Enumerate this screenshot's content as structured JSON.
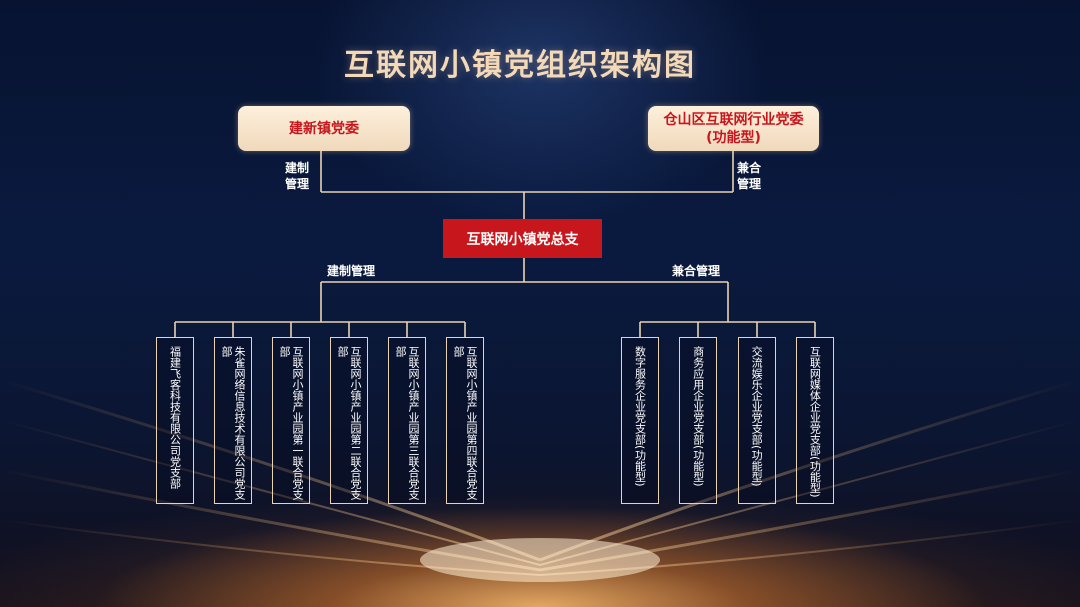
{
  "title": "互联网小镇党组织架构图",
  "top_left": {
    "label": "建新镇党委",
    "edge_label": [
      "建制",
      "管理"
    ]
  },
  "top_right": {
    "label": [
      "仓山区互联网行业党委",
      "(功能型)"
    ],
    "edge_label": [
      "兼合",
      "管理"
    ]
  },
  "center": {
    "label": "互联网小镇党总支"
  },
  "left_group": {
    "label": "建制管理",
    "items": [
      "福建飞客科技有限公司党支部",
      "朱雀网络信息技术有限公司党支部",
      "互联网小镇产业园第一联合党支部",
      "互联网小镇产业园第二联合党支部",
      "互联网小镇产业园第三联合党支部",
      "互联网小镇产业园第四联合党支部"
    ]
  },
  "right_group": {
    "label": "兼合管理",
    "items": [
      "数字服务企业党支部(功能型)",
      "商务应用企业党支部(功能型)",
      "交流娱乐企业党支部(功能型)",
      "互联网媒体企业党支部(功能型)"
    ]
  },
  "colors": {
    "accent_red": "#c8161d",
    "line": "#e9d3b0",
    "title": "#f3d9b8",
    "box_fill": "#fdf0dc"
  }
}
